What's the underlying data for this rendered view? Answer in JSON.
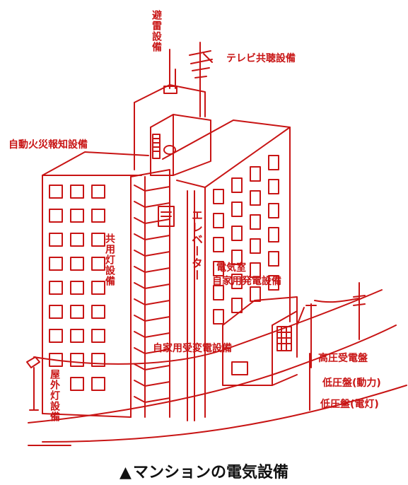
{
  "labels": {
    "lightning": "避雷設備",
    "tv": "テレビ共聴設備",
    "fire_alarm": "自動火災報知設備",
    "elevator": "エレベーター",
    "common_light": "共用灯設備",
    "electric_room": "電気室",
    "generator": "自家用発電設備",
    "substation": "自家用受変電設備",
    "outdoor_light": "屋外灯設備",
    "hv_panel": "高圧受電盤",
    "lv_power": "低圧盤(動力)",
    "lv_light": "低圧盤(電灯)"
  },
  "caption": {
    "marker": "▲",
    "text": "マンションの電気設備"
  },
  "colors": {
    "line": "#c81414",
    "text": "#c81414",
    "caption": "#111111",
    "background": "#ffffff"
  }
}
